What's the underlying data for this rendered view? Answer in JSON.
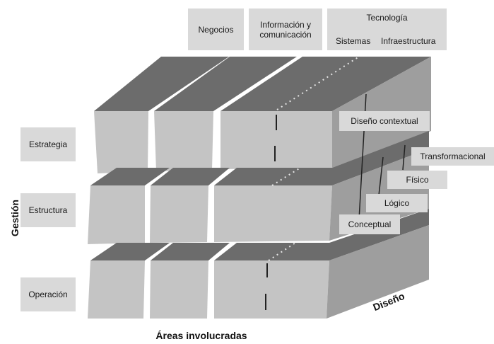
{
  "columns": {
    "negocios": "Negocios",
    "informacion": "Información y comunicación",
    "tecnologia": {
      "title": "Tecnología",
      "sistemas": "Sistemas",
      "infraestructura": "Infraestructura"
    }
  },
  "rows": {
    "estrategia": "Estrategia",
    "estructura": "Estructura",
    "operacion": "Operación"
  },
  "layers": {
    "diseno_contextual": "Diseño contextual",
    "transformacional": "Transformacional",
    "fisico": "Físico",
    "logico": "Lógico",
    "conceptual": "Conceptual"
  },
  "axes": {
    "y": "Gestión",
    "x": "Áreas involucradas",
    "z": "Diseño"
  },
  "colors": {
    "front": "#c4c4c4",
    "side": "#9e9e9e",
    "top": "#6c6c6c",
    "label_bg": "#d9d9d9"
  }
}
